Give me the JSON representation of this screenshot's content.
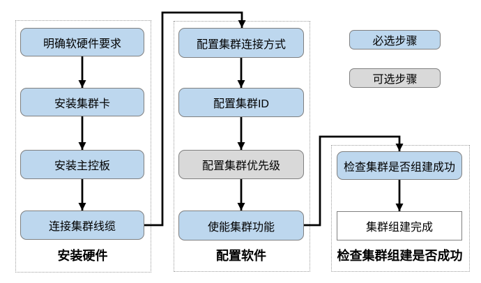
{
  "diagram": {
    "groups": [
      {
        "label": "安装硬件",
        "steps": [
          {
            "text": "明确软硬件要求",
            "type": "required"
          },
          {
            "text": "安装集群卡",
            "type": "required"
          },
          {
            "text": "安装主控板",
            "type": "required"
          },
          {
            "text": "连接集群线缆",
            "type": "required"
          }
        ]
      },
      {
        "label": "配置软件",
        "steps": [
          {
            "text": "配置集群连接方式",
            "type": "required"
          },
          {
            "text": "配置集群ID",
            "type": "required"
          },
          {
            "text": "配置集群优先级",
            "type": "optional"
          },
          {
            "text": "使能集群功能",
            "type": "required"
          }
        ]
      },
      {
        "label": "检查集群组建是否成功",
        "steps": [
          {
            "text": "检查集群是否组建成功",
            "type": "required"
          },
          {
            "text": "集群组建完成",
            "type": "result"
          }
        ]
      }
    ],
    "legend": [
      {
        "text": "必选步骤",
        "type": "required"
      },
      {
        "text": "可选步骤",
        "type": "optional"
      }
    ],
    "colors": {
      "required_fill": "#BDD7EE",
      "optional_fill": "#D9D9D9",
      "result_fill": "#FFFFFF",
      "box_border": "#7F7F7F",
      "group_border": "#9A9A9A",
      "connector": "#000000"
    }
  }
}
